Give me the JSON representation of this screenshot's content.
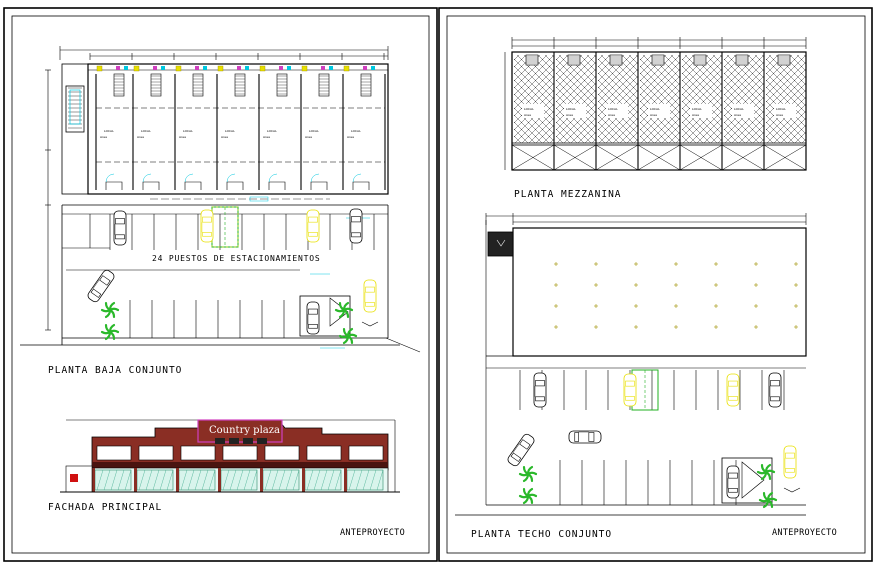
{
  "sheets": {
    "left": {
      "plan_title": "PLANTA BAJA CONJUNTO",
      "parking_note": "24 PUESTOS DE ESTACIONAMIENTOS",
      "facade_title": "FACHADA PRINCIPAL",
      "stamp": "ANTEPROYECTO",
      "sign_text": "Country plaza",
      "store_count": 7
    },
    "right": {
      "mezz_title": "PLANTA MEZZANINA",
      "roof_title": "PLANTA TECHO CONJUNTO",
      "stamp": "ANTEPROYECTO",
      "bay_count": 7
    }
  },
  "colors": {
    "line": "#000000",
    "yellow": "#e8e000",
    "cyan": "#00c8e0",
    "green": "#22b022",
    "magenta": "#d040c0",
    "brick": "#8a2e24",
    "red": "#d01010",
    "tree": "#2ab82a"
  }
}
